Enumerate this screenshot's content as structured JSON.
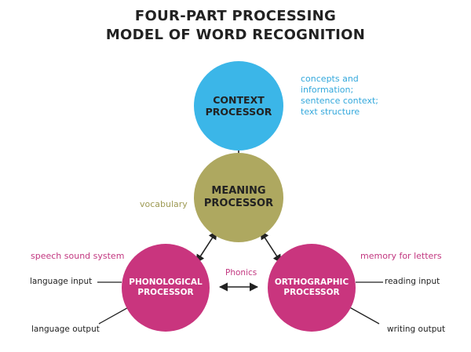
{
  "title": {
    "line1": "FOUR-PART PROCESSING",
    "line2": "MODEL OF WORD RECOGNITION"
  },
  "processors": {
    "context": {
      "line1": "CONTEXT",
      "line2": "PROCESSOR"
    },
    "meaning": {
      "line1": "MEANING",
      "line2": "PROCESSOR"
    },
    "phonological": {
      "line1": "PHONOLOGICAL",
      "line2": "PROCESSOR"
    },
    "orthographic": {
      "line1": "ORTHOGRAPHIC",
      "line2": "PROCESSOR"
    }
  },
  "notes": {
    "context": [
      "concepts and",
      "information;",
      "sentence context;",
      "text structure"
    ],
    "vocabulary": "vocabulary",
    "speech": "speech sound system",
    "memory": "memory for letters",
    "phonics": "Phonics"
  },
  "io": {
    "language_input": "language input",
    "language_output": "language output",
    "reading_input": "reading input",
    "writing_output": "writing output"
  },
  "colors": {
    "context": "#3bb6e8",
    "meaning": "#aea860",
    "phonological": "#c9357e",
    "orthographic": "#c9357e"
  }
}
